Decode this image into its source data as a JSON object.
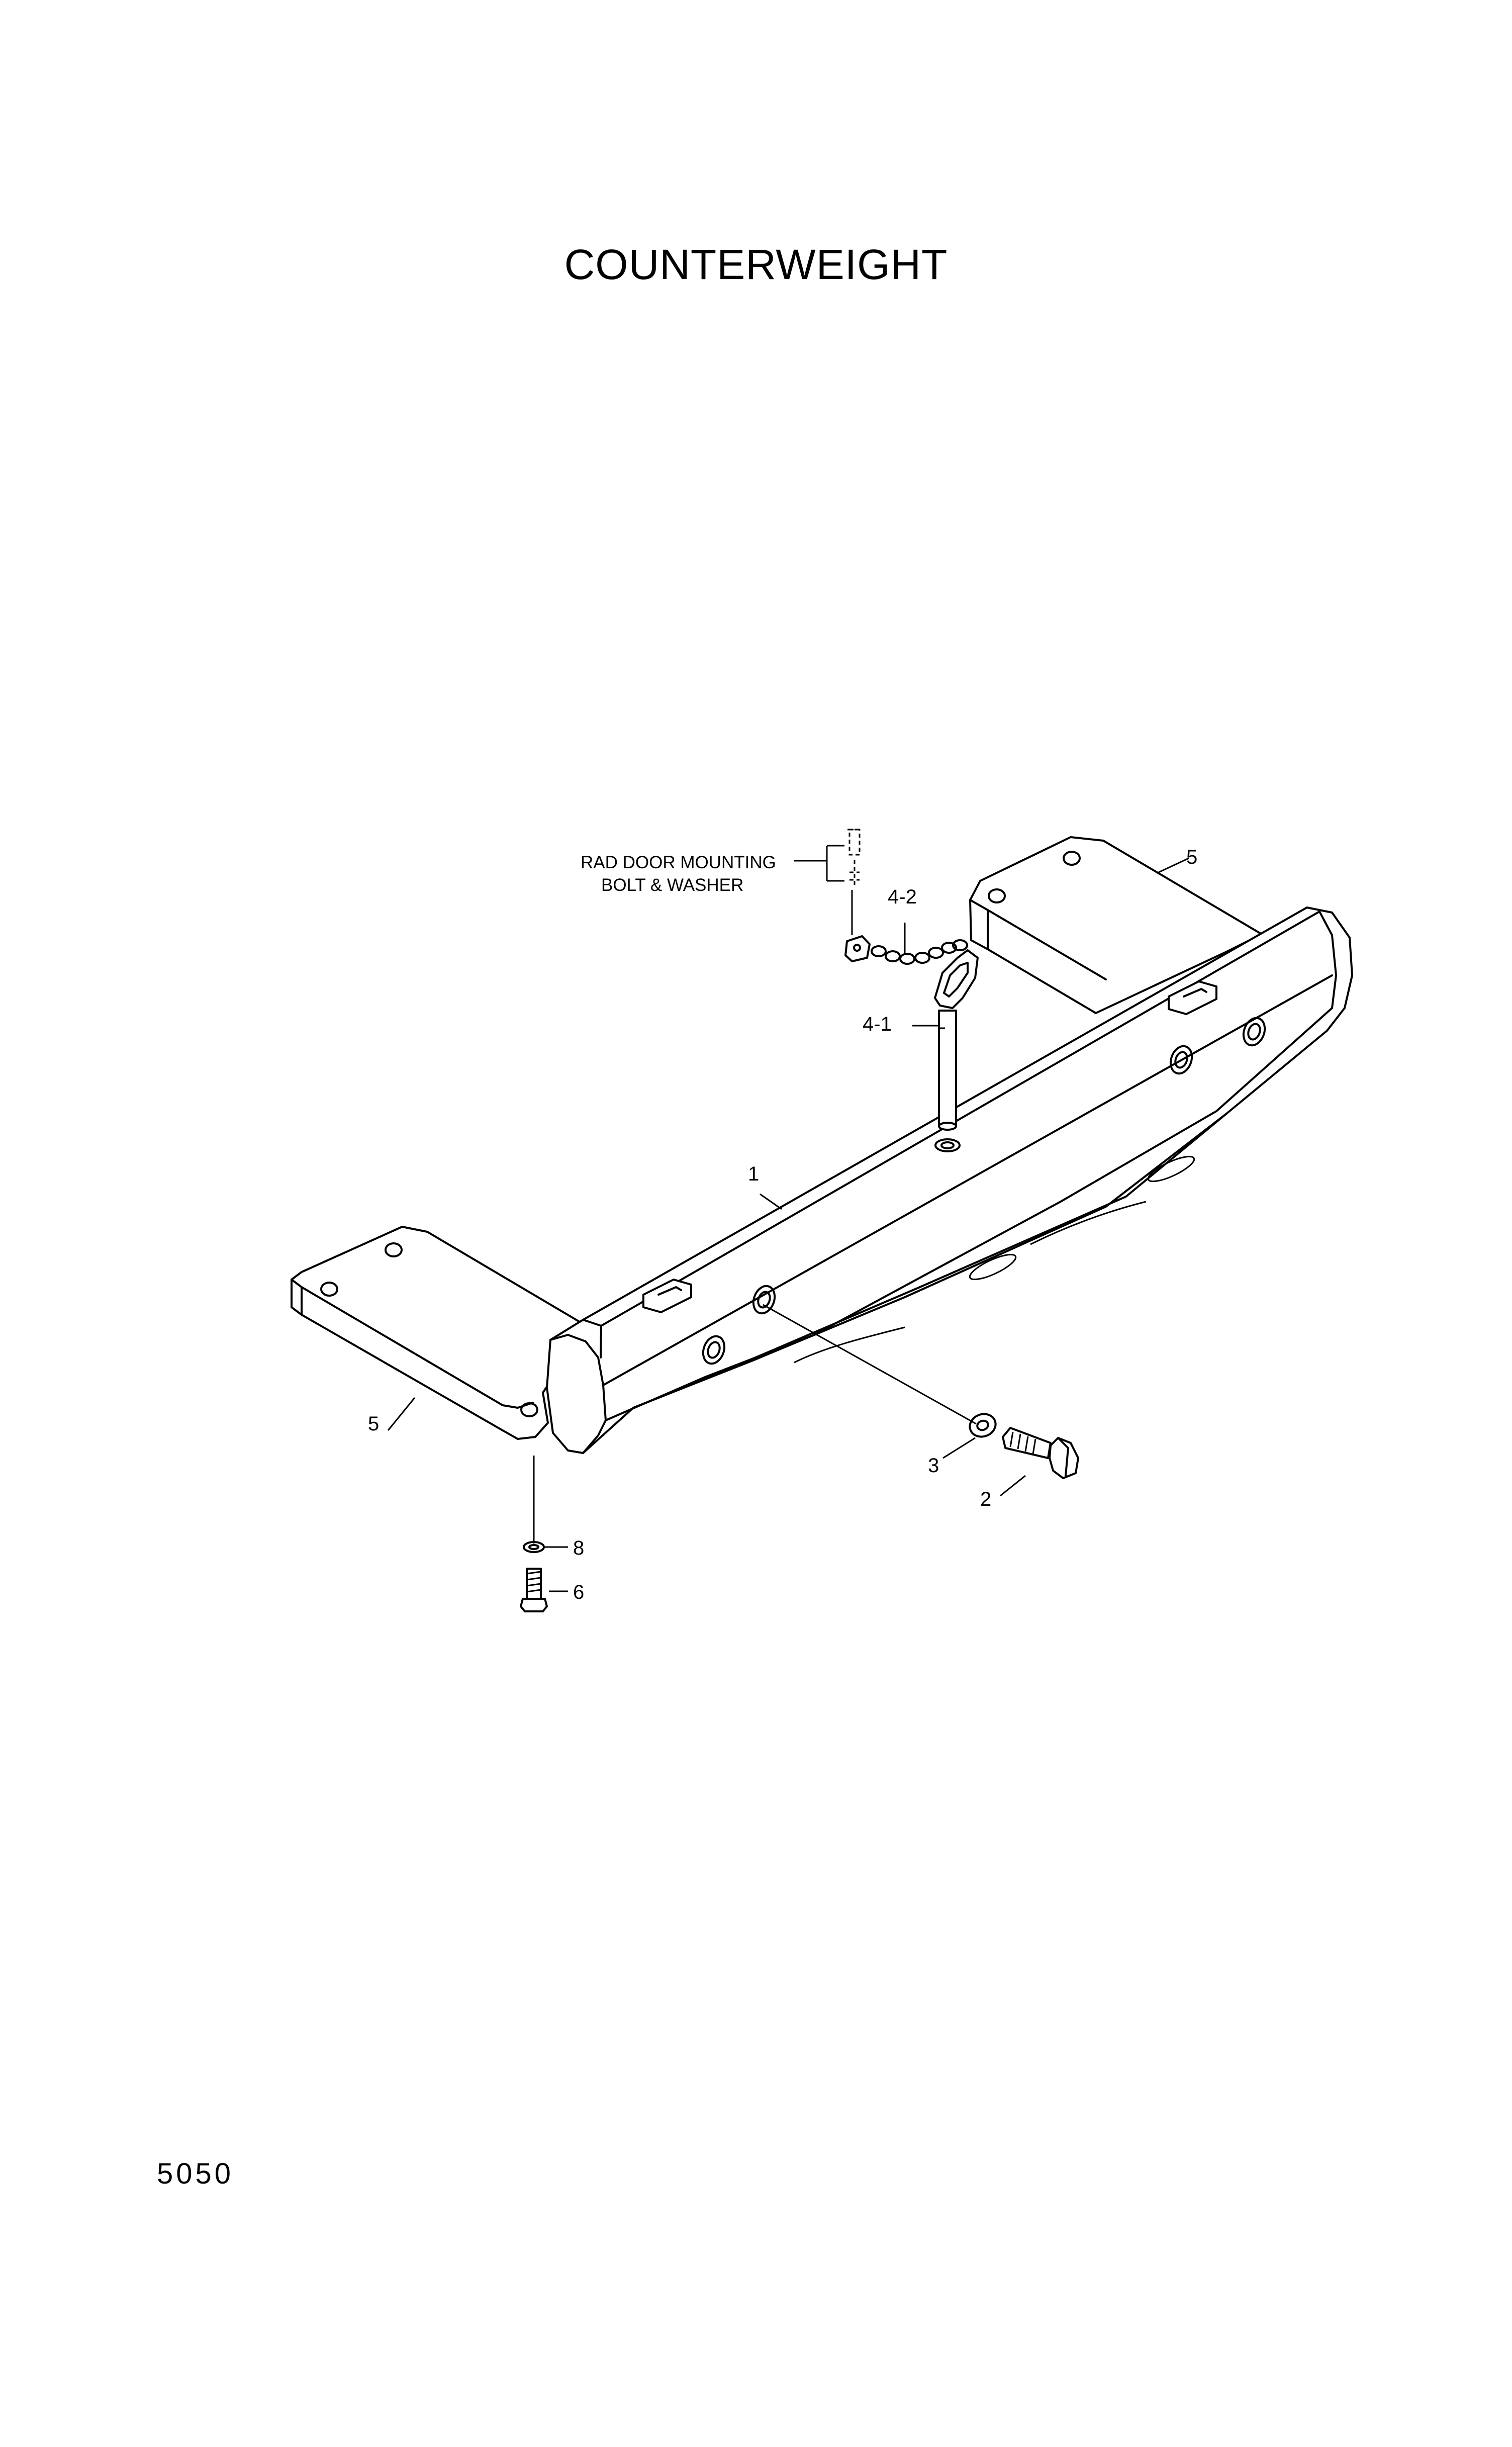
{
  "page": {
    "title": "COUNTERWEIGHT",
    "page_number": "5050"
  },
  "callouts": {
    "c1": "1",
    "c2": "2",
    "c3": "3",
    "c4_1": "4-1",
    "c4_2": "4-2",
    "c5_top": "5",
    "c5_left": "5",
    "c6": "6",
    "c8": "8"
  },
  "note": {
    "line1": "RAD DOOR MOUNTING",
    "line2": "BOLT & WASHER"
  }
}
